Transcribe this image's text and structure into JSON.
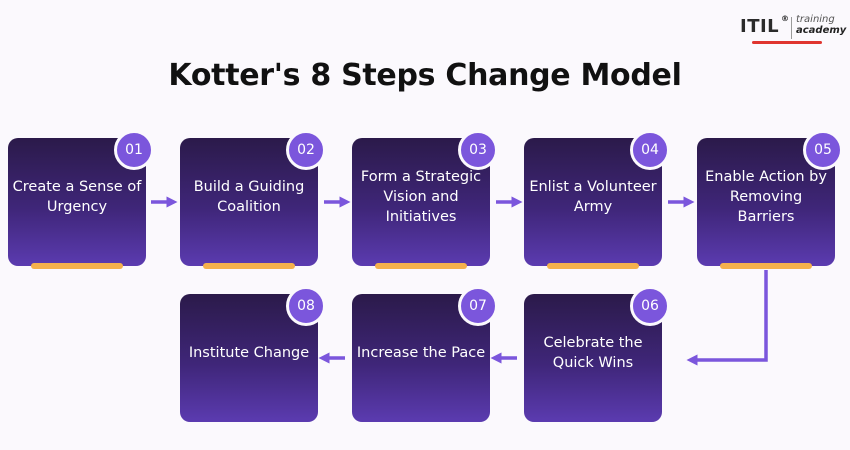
{
  "title": "Kotter's 8 Steps Change Model",
  "logo": {
    "main": "ITIL",
    "reg": "®",
    "sub1": "training",
    "sub2": "academy"
  },
  "colors": {
    "card_top": "#2b1a4a",
    "card_bottom": "#5b3bb0",
    "badge": "#7b56dc",
    "accent_bar": "#f5b14c",
    "arrow": "#7b56dc"
  },
  "steps": [
    {
      "number": "01",
      "label": "Create a Sense of Urgency"
    },
    {
      "number": "02",
      "label": "Build a Guiding Coalition"
    },
    {
      "number": "03",
      "label": "Form a Strategic Vision and Initiatives"
    },
    {
      "number": "04",
      "label": "Enlist a Volunteer Army"
    },
    {
      "number": "05",
      "label": "Enable Action by Removing Barriers"
    },
    {
      "number": "06",
      "label": "Celebrate the Quick Wins"
    },
    {
      "number": "07",
      "label": "Increase the Pace"
    },
    {
      "number": "08",
      "label": "Institute Change"
    }
  ]
}
